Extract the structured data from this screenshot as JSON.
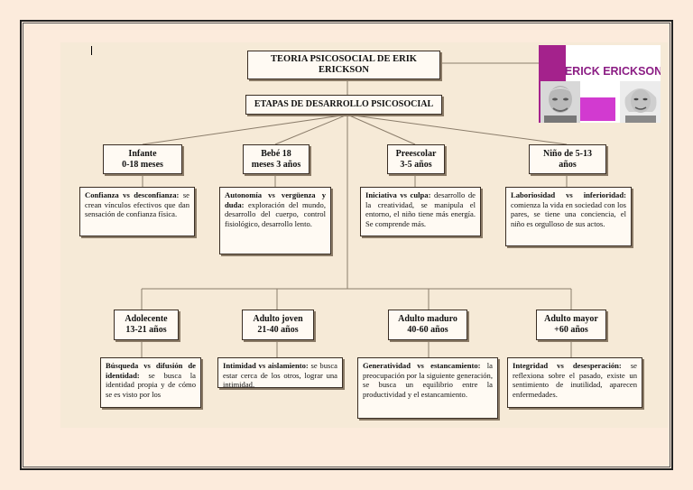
{
  "header": {
    "title": "TEORIA PSICOSOCIAL DE ERIK\nERICKSON",
    "subtitle": "ETAPAS DE DESARROLLO PSICOSOCIAL"
  },
  "banner": {
    "name": "ERICK ERICKSON"
  },
  "stages": [
    {
      "label": "Infante\n0-18 meses",
      "concept": "Confianza vs desconfianza:",
      "text": " se crean vínculos efectivos que dan sensación de confianza física."
    },
    {
      "label": "Bebé 18\nmeses 3 años",
      "concept": "Autonomía vs vergüenza y duda:",
      "text": " exploración del mundo, desarrollo del cuerpo, control fisiológico, desarrollo lento."
    },
    {
      "label": "Preescolar\n3-5 años",
      "concept": "Iniciativa vs culpa:",
      "text": " desarrollo de la creatividad, se manipula el entorno, el niño tiene más energía. Se comprende más."
    },
    {
      "label": "Niño de 5-13\naños",
      "concept": "Laboriosidad vs inferioridad:",
      "text": " comienza la vida en sociedad con los pares, se tiene una conciencia, el niño es orgulloso de sus actos."
    },
    {
      "label": "Adolecente\n13-21 años",
      "concept": "Búsqueda vs difusión de identidad:",
      "text": " se busca la identidad propia y de cómo se es visto por los"
    },
    {
      "label": "Adulto joven\n21-40 años",
      "concept": "Intimidad vs aislamiento:",
      "text": " se busca estar cerca de los otros, lograr una intimidad."
    },
    {
      "label": "Adulto maduro\n40-60 años",
      "concept": "Generatividad vs estancamiento:",
      "text": " la preocupación por la siguiente generación, se busca un equilibrio entre la productividad y el estancamiento."
    },
    {
      "label": "Adulto mayor\n+60 años",
      "concept": "Integridad vs desesperación:",
      "text": " se reflexiona sobre el pasado, existe un sentimiento de inutilidad, aparecen enfermedades."
    }
  ]
}
